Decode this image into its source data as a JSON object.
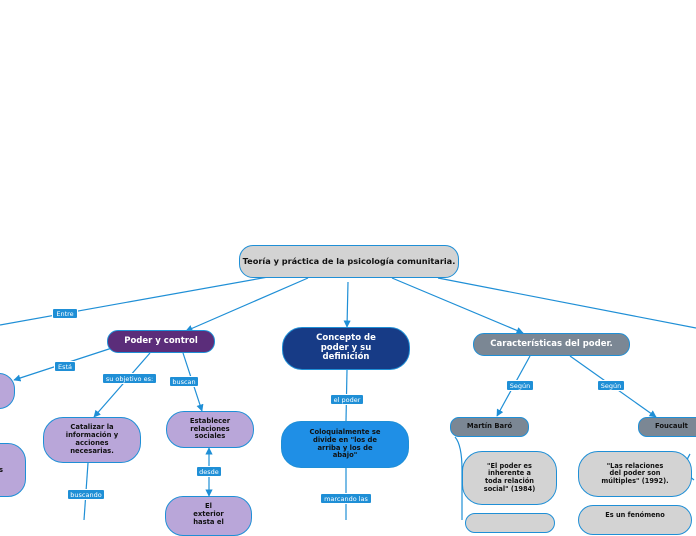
{
  "root": {
    "text": "Teoría y práctica de la psicología comunitaria."
  },
  "branches": {
    "poder_control": {
      "text": "Poder y control"
    },
    "concepto": {
      "text": "Concepto de poder y su definición"
    },
    "caracteristicas": {
      "text": "Características del poder."
    }
  },
  "nodes": {
    "catalizar": "Catalizar la información y acciones necesarias.",
    "establecer": "Establecer relaciones sociales",
    "exterior": "El exterior hasta el",
    "coloquialmente": "Coloquialmente se divide en \"los de arriba y los de abajo\"",
    "martin_baro": "Martín Baró",
    "foucault": "Foucault",
    "baro_quote": "\"El poder es inherente a toda relación social\" (1984)",
    "foucault_quote": "\"Las relaciones del poder son múltiples\" (1992).",
    "fenomeno": "Es un fenómeno",
    "left_partial": "s"
  },
  "connectors": {
    "entre": "Entre",
    "esta": "Está",
    "su_objetivo": "su objetivo es:",
    "buscan": "buscan",
    "desde": "desde",
    "buscando": "buscando",
    "el_poder": "el poder",
    "marcando_las": "marcando las",
    "segun_1": "Según",
    "segun_2": "Según"
  },
  "colors": {
    "line": "#1f8fd6",
    "root_fill": "#d3d3d3",
    "purple": "#5b2d7a",
    "lavender": "#b9a6d9",
    "navy": "#173b86",
    "blue": "#1f8fe6",
    "slate": "#7b8794",
    "light_gray": "#d3d3d3",
    "label": "#1f8fd6"
  }
}
